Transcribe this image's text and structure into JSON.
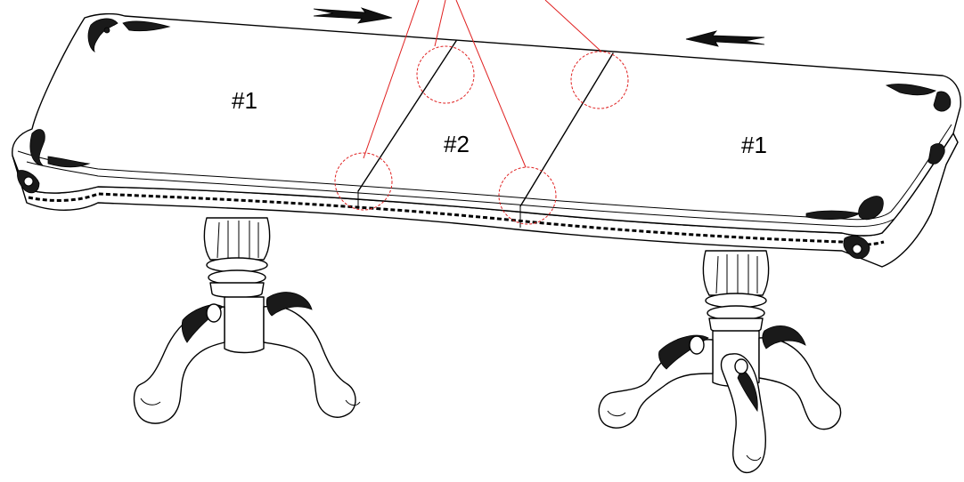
{
  "labels": {
    "left_leaf": "#1",
    "middle_leaf": "#2",
    "right_leaf": "#1"
  },
  "colors": {
    "outline": "#000000",
    "callout": "#e02020",
    "background": "#ffffff"
  },
  "icons": {
    "arrow_left": "arrow-right-icon",
    "arrow_right": "arrow-left-icon"
  }
}
